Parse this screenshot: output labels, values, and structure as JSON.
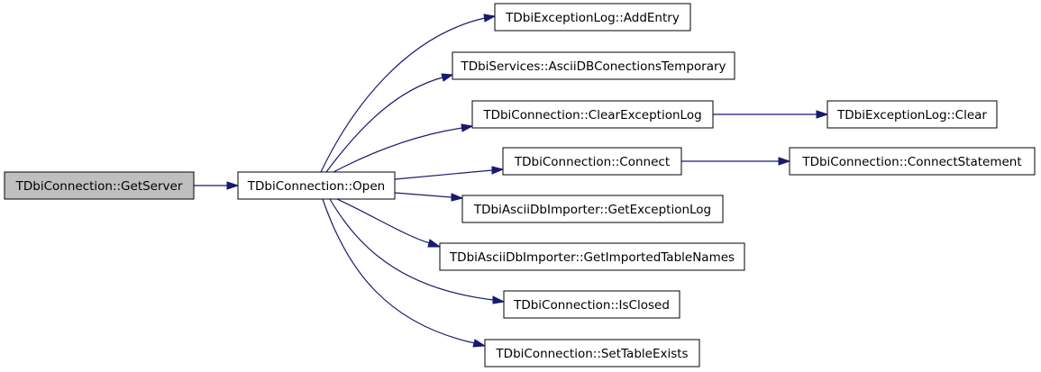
{
  "diagram": {
    "nodes": [
      {
        "id": "getserver",
        "label": "TDbiConnection::GetServer",
        "highlighted": true
      },
      {
        "id": "open",
        "label": "TDbiConnection::Open",
        "highlighted": false
      },
      {
        "id": "addentry",
        "label": "TDbiExceptionLog::AddEntry",
        "highlighted": false
      },
      {
        "id": "asciidbtemp",
        "label": "TDbiServices::AsciiDBConectionsTemporary",
        "highlighted": false
      },
      {
        "id": "clearexclog",
        "label": "TDbiConnection::ClearExceptionLog",
        "highlighted": false
      },
      {
        "id": "connect",
        "label": "TDbiConnection::Connect",
        "highlighted": false
      },
      {
        "id": "getexclog",
        "label": "TDbiAsciiDbImporter::GetExceptionLog",
        "highlighted": false
      },
      {
        "id": "getimported",
        "label": "TDbiAsciiDbImporter::GetImportedTableNames",
        "highlighted": false
      },
      {
        "id": "isclosed",
        "label": "TDbiConnection::IsClosed",
        "highlighted": false
      },
      {
        "id": "settableexists",
        "label": "TDbiConnection::SetTableExists",
        "highlighted": false
      },
      {
        "id": "clear",
        "label": "TDbiExceptionLog::Clear",
        "highlighted": false
      },
      {
        "id": "connectstatement",
        "label": "TDbiConnection::ConnectStatement",
        "highlighted": false
      }
    ],
    "edges": [
      {
        "from": "getserver",
        "to": "open"
      },
      {
        "from": "open",
        "to": "addentry"
      },
      {
        "from": "open",
        "to": "asciidbtemp"
      },
      {
        "from": "open",
        "to": "clearexclog"
      },
      {
        "from": "open",
        "to": "connect"
      },
      {
        "from": "open",
        "to": "getexclog"
      },
      {
        "from": "open",
        "to": "getimported"
      },
      {
        "from": "open",
        "to": "isclosed"
      },
      {
        "from": "open",
        "to": "settableexists"
      },
      {
        "from": "clearexclog",
        "to": "clear"
      },
      {
        "from": "connect",
        "to": "connectstatement"
      }
    ],
    "colors": {
      "highlight_fill": "#bfbfbf",
      "node_fill": "#ffffff",
      "node_border": "#000000",
      "edge": "#191970"
    }
  }
}
